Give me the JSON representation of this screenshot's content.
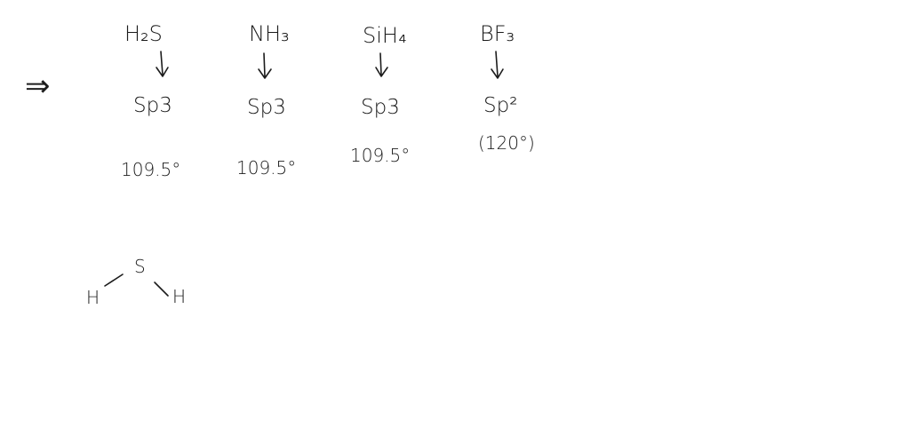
{
  "implies_symbol": "⇒",
  "molecules": [
    {
      "formula": "H₂S",
      "hybridization": "Sp3",
      "angle": "109.5°"
    },
    {
      "formula": "NH₃",
      "hybridization": "Sp3",
      "angle": "109.5°"
    },
    {
      "formula": "SiH₄",
      "hybridization": "Sp3",
      "angle": "109.5°"
    },
    {
      "formula": "BF₃",
      "hybridization": "Sp²",
      "angle": "(120°)"
    }
  ],
  "structure": {
    "central_atom": "S",
    "left_atom": "H",
    "right_atom": "H"
  }
}
